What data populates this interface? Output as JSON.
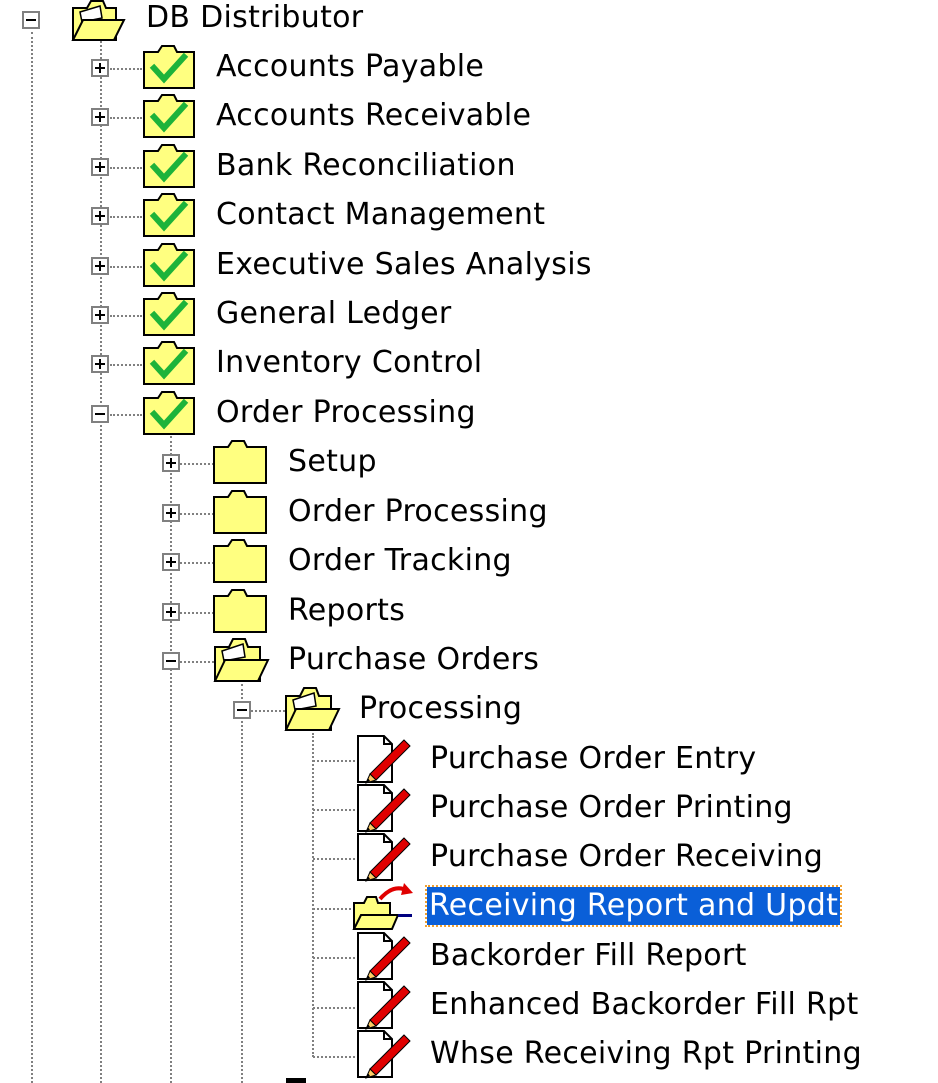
{
  "tree": {
    "root": {
      "label": "DB Distributor",
      "expanded": true
    },
    "modules": [
      {
        "label": "Accounts Payable",
        "expanded": false
      },
      {
        "label": "Accounts Receivable",
        "expanded": false
      },
      {
        "label": "Bank Reconciliation",
        "expanded": false
      },
      {
        "label": "Contact Management",
        "expanded": false
      },
      {
        "label": "Executive Sales Analysis",
        "expanded": false
      },
      {
        "label": "General Ledger",
        "expanded": false
      },
      {
        "label": "Inventory Control",
        "expanded": false
      },
      {
        "label": "Order Processing",
        "expanded": true
      }
    ],
    "order_processing_children": [
      {
        "label": "Setup",
        "expanded": false
      },
      {
        "label": "Order Processing",
        "expanded": false
      },
      {
        "label": "Order Tracking",
        "expanded": false
      },
      {
        "label": "Reports",
        "expanded": false
      },
      {
        "label": "Purchase Orders",
        "expanded": true
      }
    ],
    "purchase_orders_children": [
      {
        "label": "Processing",
        "expanded": true
      }
    ],
    "processing_tasks": [
      {
        "label": "Purchase Order Entry",
        "icon": "task-edit-icon"
      },
      {
        "label": "Purchase Order Printing",
        "icon": "task-edit-icon"
      },
      {
        "label": "Purchase Order Receiving",
        "icon": "task-edit-icon"
      },
      {
        "label": "Receiving Report and Updt",
        "icon": "shortcut-folder-icon",
        "selected": true
      },
      {
        "label": "Backorder Fill Report",
        "icon": "task-edit-icon"
      },
      {
        "label": "Enhanced Backorder Fill Rpt",
        "icon": "task-edit-icon"
      },
      {
        "label": "Whse Receiving Rpt Printing",
        "icon": "task-edit-icon"
      }
    ]
  },
  "colors": {
    "folder_yellow": "#ffff80",
    "check_green": "#1db33a",
    "pencil_red": "#e00000",
    "selection": "#0a5fd8"
  }
}
